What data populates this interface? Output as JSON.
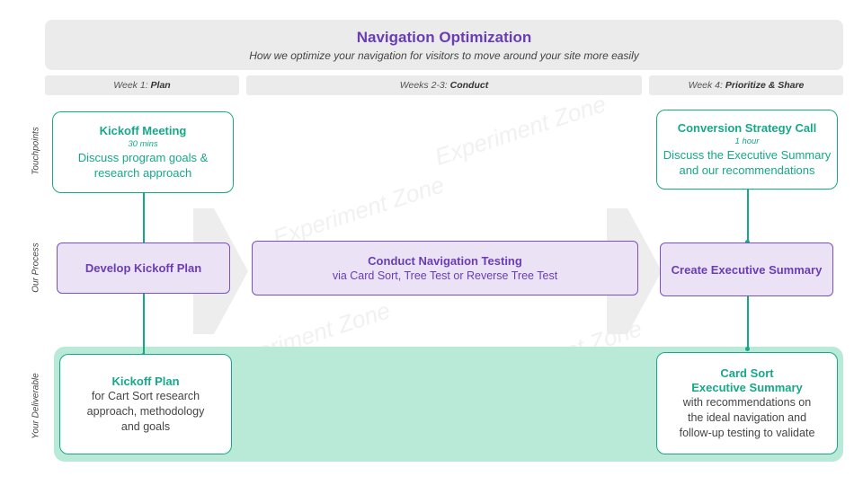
{
  "header": {
    "title": "Navigation Optimization",
    "subtitle": "How we optimize your navigation for visitors to move around your site more easily"
  },
  "weeks": [
    {
      "prefix": "Week 1: ",
      "phase": "Plan"
    },
    {
      "prefix": "Weeks 2-3: ",
      "phase": "Conduct"
    },
    {
      "prefix": "Week 4: ",
      "phase": "Prioritize & Share"
    }
  ],
  "row_labels": {
    "touchpoints": "Touchpoints",
    "process": "Our Process",
    "deliverable": "Your Deliverable"
  },
  "touchpoints": {
    "kickoff": {
      "title": "Kickoff Meeting",
      "duration": "30 mins",
      "line1": "Discuss program goals &",
      "line2": "research approach"
    },
    "strategy": {
      "title": "Conversion Strategy Call",
      "duration": "1 hour",
      "line1": "Discuss the Executive Summary",
      "line2": "and our recommendations"
    }
  },
  "process": {
    "develop": {
      "title": "Develop Kickoff Plan"
    },
    "conduct": {
      "title": "Conduct Navigation Testing",
      "subtitle": "via Card Sort, Tree Test or Reverse Tree Test"
    },
    "summary": {
      "title": "Create Executive Summary"
    }
  },
  "deliverables": {
    "plan": {
      "title": "Kickoff Plan",
      "line1": "for Cart Sort research",
      "line2": "approach, methodology",
      "line3": "and goals"
    },
    "summary": {
      "title1": "Card Sort",
      "title2": "Executive Summary",
      "line1": "with recommendations on",
      "line2": "the ideal navigation and",
      "line3": "follow-up testing to validate"
    }
  },
  "watermark": "Experiment Zone",
  "colors": {
    "accent_purple": "#6a3db5",
    "accent_green": "#17a889",
    "process_fill": "#ebe3f5",
    "deliverable_band": "#b9ead7",
    "header_bg": "#ebebeb"
  }
}
